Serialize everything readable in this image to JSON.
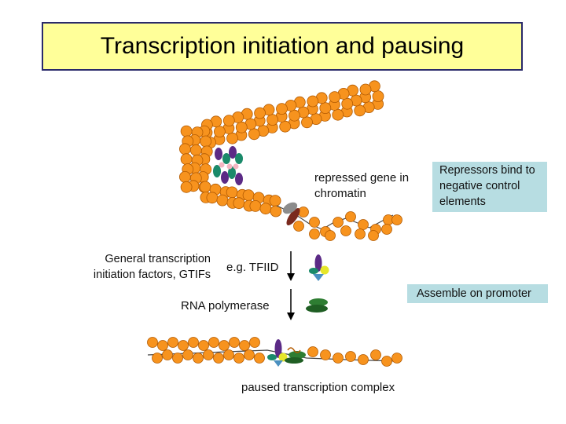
{
  "title": "Transcription initiation and pausing",
  "callouts": {
    "repressors": "Repressors bind to negative control elements",
    "assemble": "Assemble on promoter",
    "gtifs": "General transcription initiation factors, GTIFs"
  },
  "labels": {
    "repressed": "repressed gene in chromatin",
    "tfiid": "e.g. TFIID",
    "polymerase": "RNA polymerase",
    "paused": "paused transcription complex"
  },
  "colors": {
    "nucleosome": "#f7931e",
    "nucleosome_edge": "#b35a00",
    "callout_bg": "#b7dde2",
    "title_bg": "#ffff99",
    "factor_purple": "#5b2a86",
    "factor_teal": "#1a8a6a",
    "factor_green": "#2e7d32",
    "factor_blue": "#4a90c0",
    "factor_yellow": "#e6e62a",
    "repressor_brown": "#7a2a1e",
    "repressor_gray": "#8c8c8c"
  }
}
